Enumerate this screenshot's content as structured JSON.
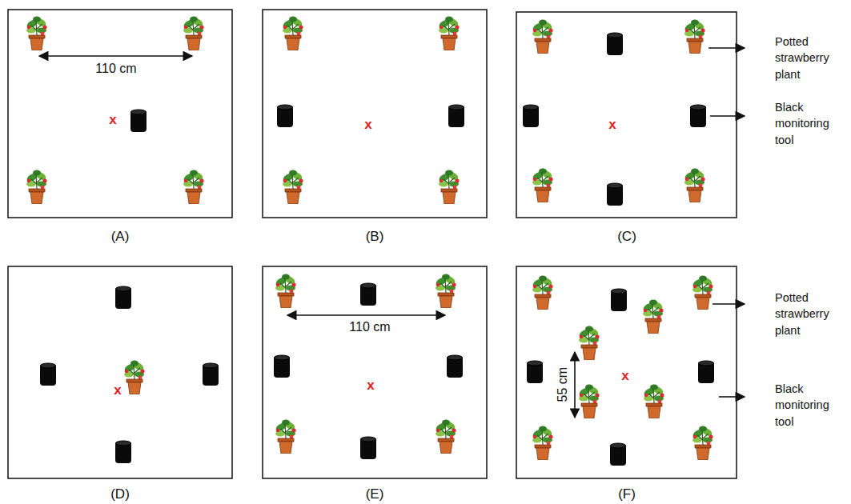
{
  "diagram": {
    "labels": [
      "110 cm",
      "x",
      "x",
      "x",
      "Potted strawberry plant",
      "Black monitoring tool",
      "(A)",
      "(B)",
      "(C)",
      "x",
      "110 cm",
      "x",
      "55 cm",
      "x",
      "Potted strawberry plant",
      "Black monitoring tool",
      "(D)",
      "(E)",
      "(F)"
    ]
  }
}
